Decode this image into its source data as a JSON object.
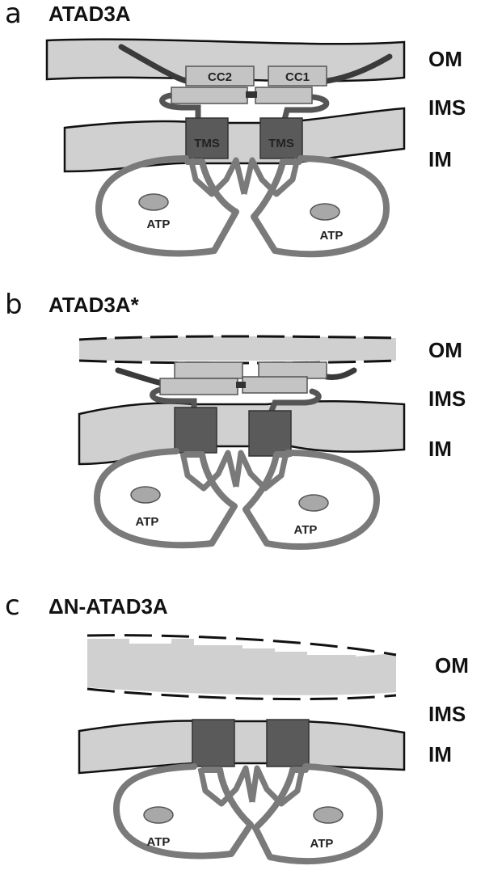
{
  "panels": [
    {
      "letter": "a",
      "title": "ATAD3A",
      "labels": {
        "om": "OM",
        "ims": "IMS",
        "im": "IM"
      },
      "cc2": "CC2",
      "cc1": "CC1",
      "tms_left": "TMS",
      "tms_right": "TMS",
      "atp_left": "ATP",
      "atp_right": "ATP"
    },
    {
      "letter": "b",
      "title": "ATAD3A*",
      "labels": {
        "om": "OM",
        "ims": "IMS",
        "im": "IM"
      },
      "atp_left": "ATP",
      "atp_right": "ATP"
    },
    {
      "letter": "c",
      "title": "ΔN-ATAD3A",
      "labels": {
        "om": "OM",
        "ims": "IMS",
        "im": "IM"
      },
      "atp_left": "ATP",
      "atp_right": "ATP"
    }
  ],
  "colors": {
    "membrane_fill": "#d0d0d0",
    "protein_outline": "#7a7a7a",
    "tms_fill": "#5a5a5a",
    "cc_fill": "#c4c4c4",
    "atp_fill": "#a8a8a8",
    "n_terminus": "#3a3a3a"
  }
}
